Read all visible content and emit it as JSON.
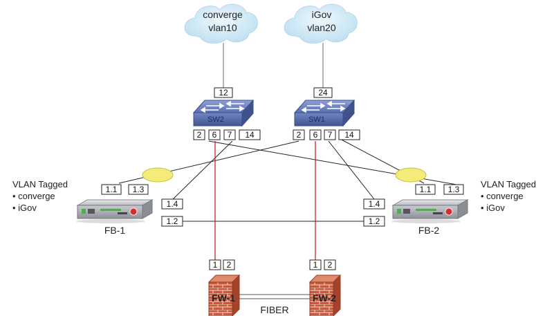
{
  "clouds": [
    {
      "name": "converge",
      "vlan": "vlan10"
    },
    {
      "name": "iGov",
      "vlan": "vlan20"
    }
  ],
  "switches": [
    {
      "label": "SW2",
      "uplink_port": "12",
      "ports": [
        "2",
        "6",
        "7",
        "14"
      ]
    },
    {
      "label": "SW1",
      "uplink_port": "24",
      "ports": [
        "2",
        "6",
        "7",
        "14"
      ]
    }
  ],
  "bigip": [
    {
      "label": "FB-1",
      "ports": [
        "1.1",
        "1.3",
        "1.4",
        "1.2"
      ]
    },
    {
      "label": "FB-2",
      "ports": [
        "1.1",
        "1.3",
        "1.4",
        "1.2"
      ]
    }
  ],
  "firewalls": [
    {
      "label": "FW-1",
      "ports": [
        "1",
        "2"
      ]
    },
    {
      "label": "FW-2",
      "ports": [
        "1",
        "2"
      ]
    }
  ],
  "fiber_label": "FIBER",
  "notes": {
    "left": {
      "title": "VLAN Tagged",
      "items": [
        "converge",
        "iGov"
      ]
    },
    "right": {
      "title": "VLAN Tagged",
      "items": [
        "converge",
        "iGov"
      ]
    }
  },
  "colors": {
    "cloud": "#c9e6f5",
    "switch": "#5a6fb0",
    "link": "#222222",
    "fiber_red": "#cc2222",
    "lag_oval": "#f4ec7a",
    "firewall": "#b84a2e"
  }
}
